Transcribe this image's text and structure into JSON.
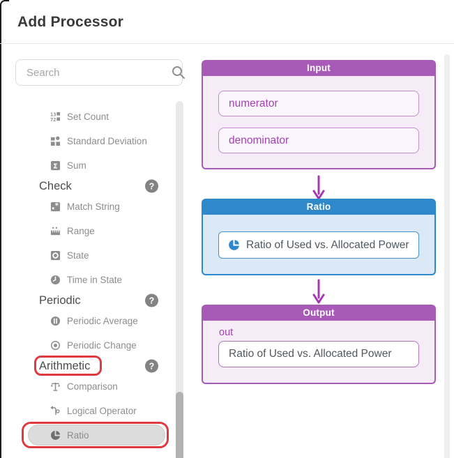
{
  "dialog": {
    "title": "Add Processor"
  },
  "search": {
    "placeholder": "Search"
  },
  "sidebar": {
    "items": [
      {
        "type": "item",
        "label": "Set Count",
        "icon": "set-count-icon"
      },
      {
        "type": "item",
        "label": "Standard Deviation",
        "icon": "standard-deviation-icon"
      },
      {
        "type": "item",
        "label": "Sum",
        "icon": "sum-icon"
      },
      {
        "type": "header",
        "label": "Check",
        "help": "?"
      },
      {
        "type": "item",
        "label": "Match String",
        "icon": "match-string-icon"
      },
      {
        "type": "item",
        "label": "Range",
        "icon": "range-icon"
      },
      {
        "type": "item",
        "label": "State",
        "icon": "state-icon"
      },
      {
        "type": "item",
        "label": "Time in State",
        "icon": "time-in-state-icon"
      },
      {
        "type": "header",
        "label": "Periodic",
        "help": "?"
      },
      {
        "type": "item",
        "label": "Periodic Average",
        "icon": "periodic-average-icon"
      },
      {
        "type": "item",
        "label": "Periodic Change",
        "icon": "periodic-change-icon"
      },
      {
        "type": "header",
        "label": "Arithmetic",
        "help": "?",
        "annotated": true
      },
      {
        "type": "item",
        "label": "Comparison",
        "icon": "comparison-icon"
      },
      {
        "type": "item",
        "label": "Logical Operator",
        "icon": "logical-operator-icon"
      },
      {
        "type": "item",
        "label": "Ratio",
        "icon": "ratio-icon",
        "selected": true,
        "annotated": true
      }
    ]
  },
  "flow": {
    "input": {
      "title": "Input",
      "fields": [
        "numerator",
        "denominator"
      ]
    },
    "processor": {
      "title": "Ratio",
      "icon": "ratio-pie-icon",
      "label": "Ratio of Used vs. Allocated Power"
    },
    "output": {
      "title": "Output",
      "port": "out",
      "value": "Ratio of Used vs. Allocated Power"
    }
  },
  "colors": {
    "purple_header": "#a75bb7",
    "purple_accent": "#a440b2",
    "blue_header": "#2e88c9",
    "annotation_red": "#e03a41",
    "selected_gray": "#dcdcdc"
  }
}
